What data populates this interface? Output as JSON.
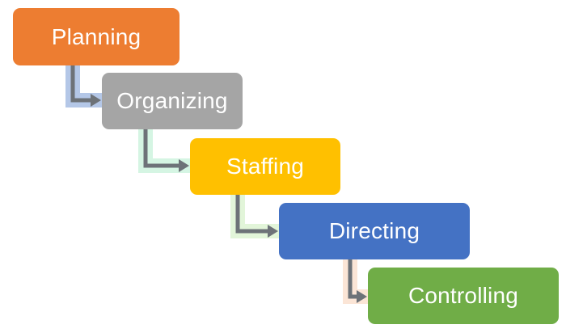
{
  "diagram": {
    "steps": [
      {
        "label": "Planning",
        "fill": "#ED7D31",
        "connector_tint": "#B4C7E7"
      },
      {
        "label": "Organizing",
        "fill": "#A5A5A5",
        "connector_tint": "#D5F5E3"
      },
      {
        "label": "Staffing",
        "fill": "#FFC000",
        "connector_tint": "#E2F5D9"
      },
      {
        "label": "Directing",
        "fill": "#4472C4",
        "connector_tint": "#FBE5D6"
      },
      {
        "label": "Controlling",
        "fill": "#70AD47"
      }
    ],
    "connector_color": "#6D7278",
    "connector_icon": "elbow-arrow-icon"
  }
}
